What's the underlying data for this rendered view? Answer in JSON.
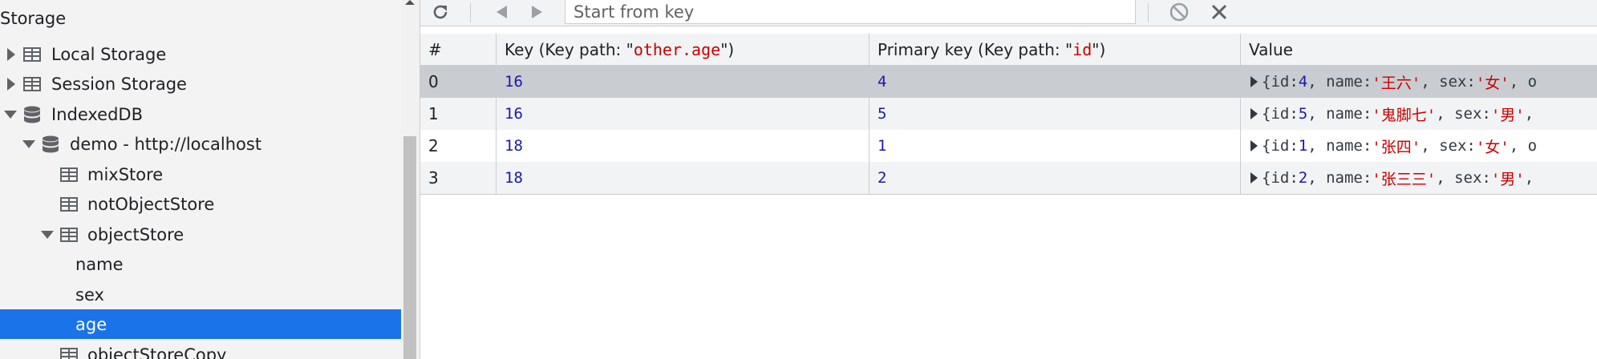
{
  "sidebar": {
    "heading": "Storage",
    "items": {
      "local_storage": "Local Storage",
      "session_storage": "Session Storage",
      "indexeddb": "IndexedDB",
      "database": "demo - http://localhost",
      "mix_store": "mixStore",
      "not_object_store": "notObjectStore",
      "object_store": "objectStore",
      "index_name": "name",
      "index_sex": "sex",
      "index_age": "age",
      "object_store_copy": "objectStoreCopy"
    },
    "selected": "age",
    "icons": {
      "table": "table-grid-icon",
      "database": "database-cylinder-icon"
    }
  },
  "toolbar": {
    "refresh_icon": "refresh-icon",
    "prev_icon": "prev-page-icon",
    "next_icon": "next-page-icon",
    "key_input_placeholder": "Start from key",
    "clear_icon": "clear-object-store-icon",
    "delete_icon": "delete-selected-icon"
  },
  "table": {
    "headers": {
      "index": "#",
      "key_prefix": "Key (Key path: \"",
      "key_path": "other.age",
      "key_suffix": "\")",
      "pk_prefix": "Primary key (Key path: \"",
      "pk_path": "id",
      "pk_suffix": "\")",
      "value": "Value"
    },
    "rows": [
      {
        "index": "0",
        "key": "16",
        "primary_key": "4",
        "value": {
          "id": "4",
          "name": "'王六'",
          "sex": "'女'"
        }
      },
      {
        "index": "1",
        "key": "16",
        "primary_key": "5",
        "value": {
          "id": "5",
          "name": "'鬼脚七'",
          "sex": "'男'"
        }
      },
      {
        "index": "2",
        "key": "18",
        "primary_key": "1",
        "value": {
          "id": "1",
          "name": "'张四'",
          "sex": "'女'"
        }
      },
      {
        "index": "3",
        "key": "18",
        "primary_key": "2",
        "value": {
          "id": "2",
          "name": "'张三三'",
          "sex": "'男'"
        }
      }
    ],
    "selected_row": "0"
  },
  "colors": {
    "selection_blue": "#1a73e8",
    "number_blue": "#1a1aa6",
    "string_red": "#c80000",
    "selected_row_gray": "#c9ccd1"
  }
}
